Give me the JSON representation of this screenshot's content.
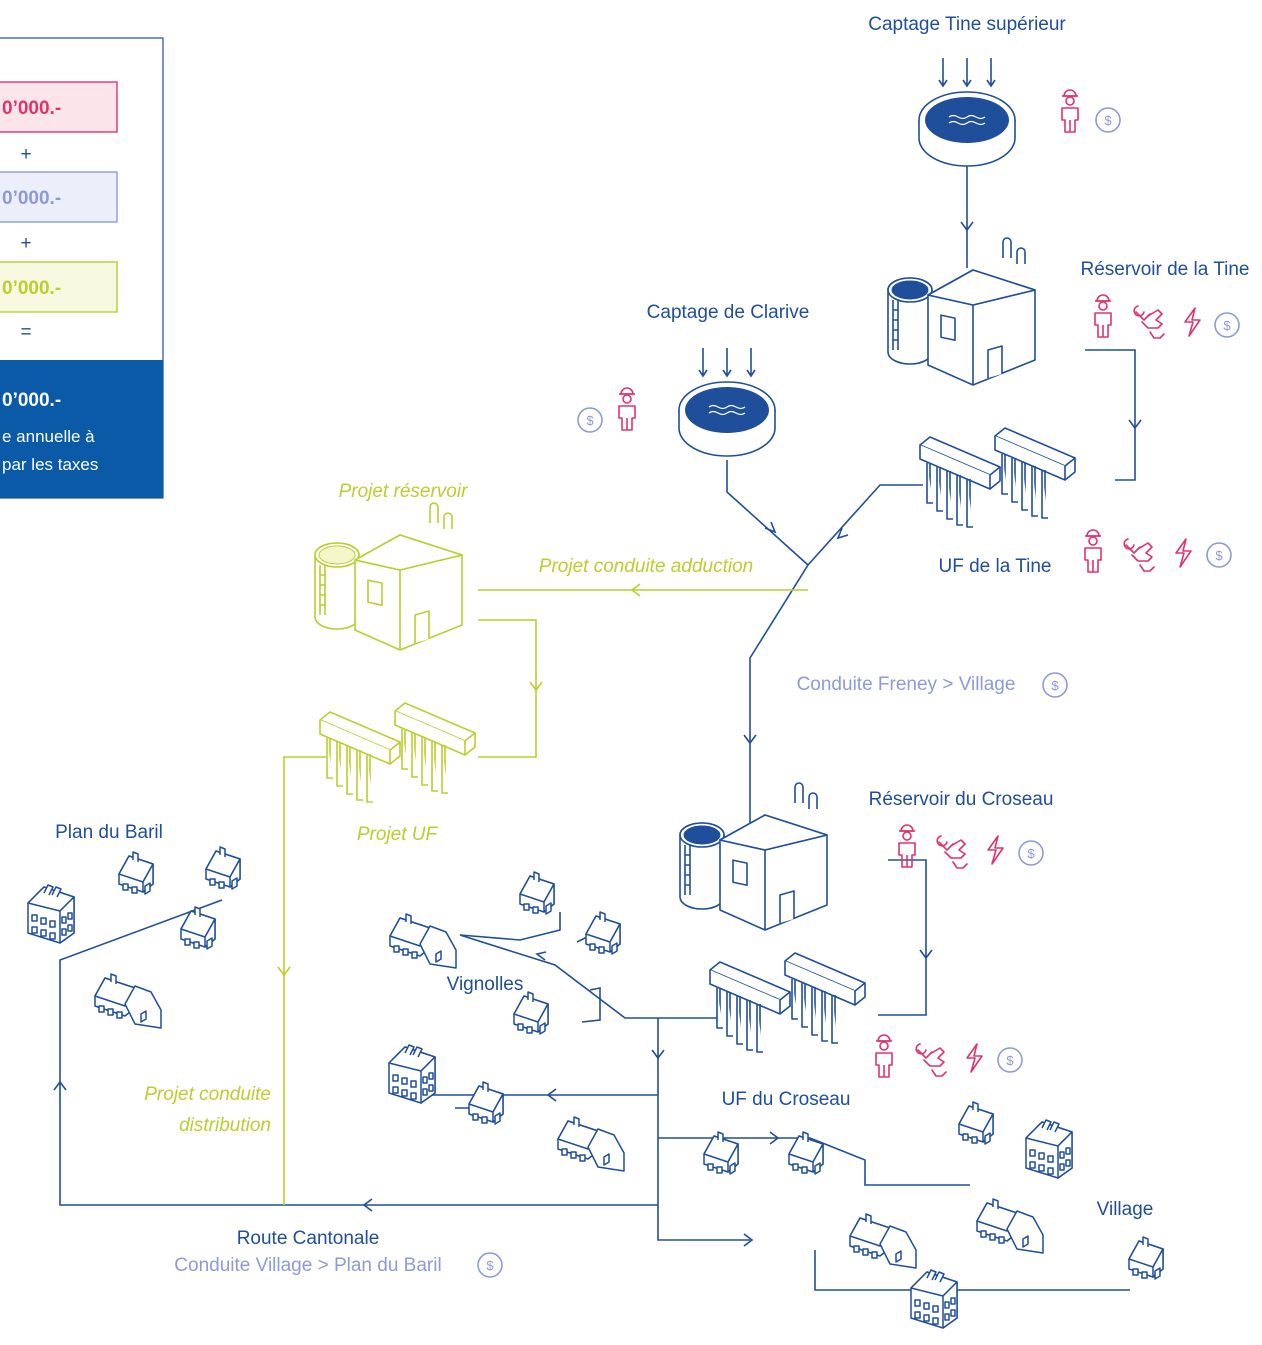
{
  "colors": {
    "network": "#1f4e9a",
    "project": "#b9cf2d",
    "staff": "#e0336e",
    "cost": "#8d9ad6",
    "total_bg": "#0a5aa8"
  },
  "cost_panel": {
    "row1_value": "0’000.-",
    "op1": "+",
    "row2_value": "0’000.-",
    "op2": "+",
    "row3_value": "0’000.-",
    "op3": "=",
    "total_value": "0’000.-",
    "total_line2": "e annuelle à",
    "total_line3": "par les taxes"
  },
  "sites": {
    "captage_tine": "Captage Tine supérieur",
    "reservoir_tine": "Réservoir de la Tine",
    "captage_clarive": "Captage de Clarive",
    "uf_tine": "UF de la Tine",
    "reservoir_croseau": "Réservoir du Croseau",
    "uf_croseau": "UF du Croseau",
    "plan_du_baril": "Plan du Baril",
    "vignolles": "Vignolles",
    "village": "Village",
    "route_cantonale": "Route Cantonale"
  },
  "pipes": {
    "freney_village": "Conduite Freney > Village",
    "village_plan_baril": "Conduite Village > Plan du Baril"
  },
  "projects": {
    "reservoir": "Projet réservoir",
    "conduite_adduction": "Projet conduite adduction",
    "uf": "Projet UF",
    "conduite_distribution_line1": "Projet conduite",
    "conduite_distribution_line2": "distribution"
  },
  "icons": [
    "water-intake-icon",
    "reservoir-icon",
    "filtration-unit-icon",
    "house-icon",
    "worker-icon",
    "maintenance-icon",
    "electricity-icon",
    "cost-icon",
    "flow-arrow-icon"
  ]
}
